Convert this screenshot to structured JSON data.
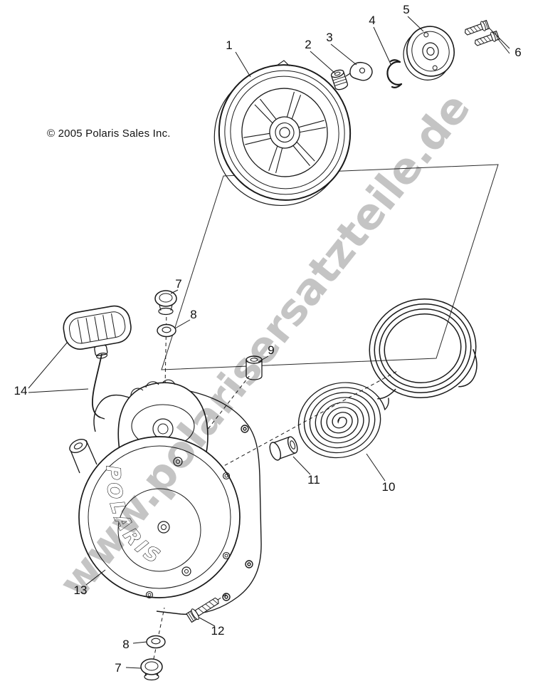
{
  "colors": {
    "ink": "#1a1a1a",
    "paper": "#ffffff",
    "watermark_gray": "#8a8a8a"
  },
  "copyright": "© 2005 Polaris Sales Inc.",
  "watermark": "www.polarisersatzteile.de",
  "housing_logo": "POLARIS",
  "callouts": {
    "c1": "1",
    "c2": "2",
    "c3": "3",
    "c4": "4",
    "c5": "5",
    "c6": "6",
    "c7_top": "7",
    "c8_top": "8",
    "c9": "9",
    "c10": "10",
    "c11": "11",
    "c12": "12",
    "c13": "13",
    "c14": "14",
    "c8_bottom": "8",
    "c7_bottom": "7"
  }
}
